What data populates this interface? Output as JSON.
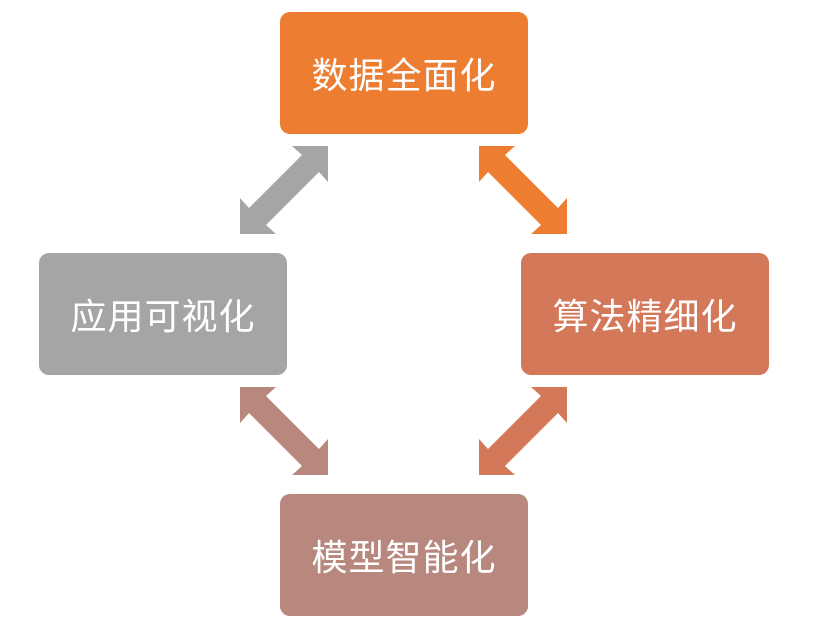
{
  "nodes": {
    "top": {
      "label": "数据全面化",
      "color": "#ED7D31"
    },
    "right": {
      "label": "算法精细化",
      "color": "#D4785A"
    },
    "bottom": {
      "label": "模型智能化",
      "color": "#B8887E"
    },
    "left": {
      "label": "应用可视化",
      "color": "#A5A5A5"
    }
  },
  "arrows": {
    "top_right": {
      "color": "#ED7D31"
    },
    "right_bottom": {
      "color": "#D4785A"
    },
    "bottom_left": {
      "color": "#B8887E"
    },
    "left_top": {
      "color": "#A5A5A5"
    }
  }
}
